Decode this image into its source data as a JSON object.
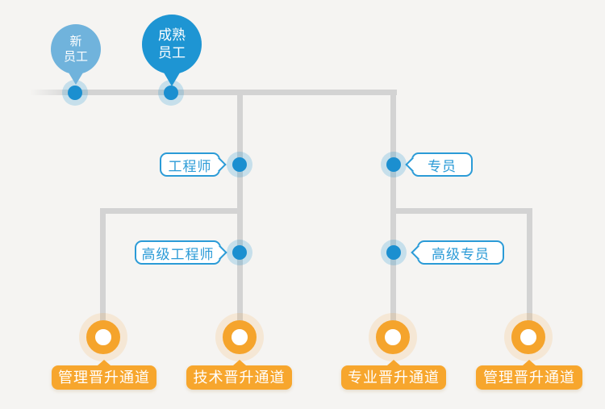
{
  "diagram": {
    "type": "career-promotion-paths",
    "colors": {
      "background": "#F5F4F2",
      "connector_gray": "#D3D3D3",
      "node_blue": "#1B8FD0",
      "balloon_light_blue": "#70B3DC",
      "balloon_blue": "#1E95D3",
      "label_blue": "#2B9BD7",
      "channel_orange": "#F5A42C"
    }
  },
  "start_nodes": [
    {
      "id": "new-employee",
      "label": "新\n员工"
    },
    {
      "id": "mature-employee",
      "label": "成熟\n员工"
    }
  ],
  "role_labels": [
    {
      "id": "engineer",
      "label": "工程师"
    },
    {
      "id": "specialist",
      "label": "专员"
    },
    {
      "id": "senior-engineer",
      "label": "高级工程师"
    },
    {
      "id": "senior-specialist",
      "label": "高级专员"
    }
  ],
  "channel_labels": [
    {
      "label": "管理晋升通道"
    },
    {
      "label": "技术晋升通道"
    },
    {
      "label": "专业晋升通道"
    },
    {
      "label": "管理晋升通道"
    }
  ]
}
